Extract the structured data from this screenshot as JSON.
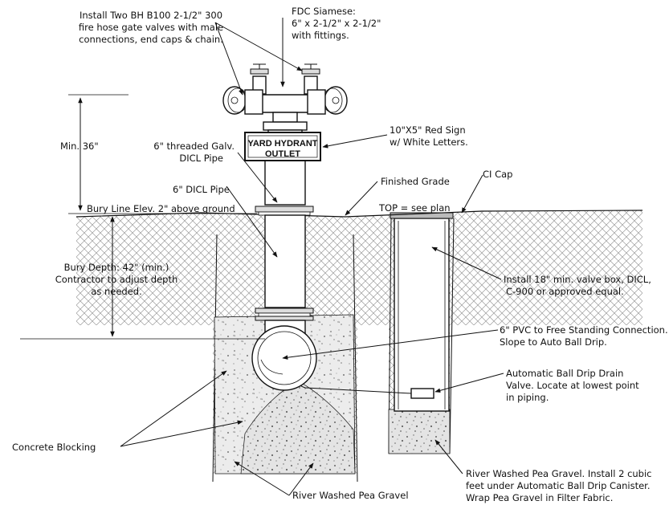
{
  "labels": {
    "install_valves": [
      "Install Two BH B100 2-1/2\" 300",
      "fire hose gate valves with male",
      "connections, end caps & chain."
    ],
    "fdc_siamese": [
      "FDC Siamese:",
      "6\" x 2-1/2\" x 2-1/2\"",
      "with fittings."
    ],
    "red_sign": [
      "10\"X5\" Red Sign",
      "w/ White Letters."
    ],
    "sign_text": [
      "YARD HYDRANT",
      "OUTLET"
    ],
    "min_36": "Min. 36\"",
    "threaded_pipe": [
      "6\" threaded Galv.",
      "DICL Pipe"
    ],
    "finished_grade": "Finished Grade",
    "ci_cap": "CI Cap",
    "dicl_pipe": "6\" DICL Pipe",
    "bury_line": "Bury Line Elev.  2\" above ground",
    "top_plan": "TOP = see plan",
    "bury_depth": [
      "Bury Depth: 42\" (min.)",
      "Contractor to adjust depth",
      "as needed."
    ],
    "valve_box": [
      "Install 18\" min. valve box, DICL,",
      "C-900 or approved equal."
    ],
    "pvc_connection": [
      "6\" PVC to Free Standing Connection.",
      "Slope to Auto Ball Drip."
    ],
    "ball_drip": [
      "Automatic Ball Drip Drain",
      "Valve.  Locate at lowest point",
      "in piping."
    ],
    "concrete_blocking": "Concrete Blocking",
    "pea_gravel_right": [
      "River Washed Pea Gravel. Install 2 cubic",
      "feet under Automatic Ball Drip Canister.",
      "Wrap Pea Gravel in Filter Fabric."
    ],
    "pea_gravel_bottom": "River Washed Pea Gravel"
  }
}
